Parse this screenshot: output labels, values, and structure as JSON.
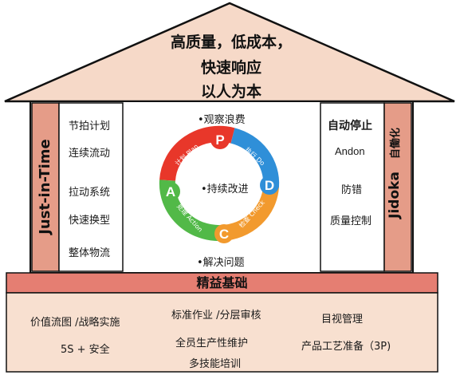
{
  "roof": {
    "line1": "高质量，低成本，",
    "line2": "快速响应",
    "line3": "以人为本"
  },
  "left_pillar": {
    "title": "Just-in-Time",
    "items": [
      "节拍计划",
      "连续流动",
      "拉动系统",
      "快速换型",
      "整体物流"
    ]
  },
  "center": {
    "top_label": "•观察浪费",
    "middle_label": "•持续改进",
    "bottom_label": "•解决问题",
    "cycle": [
      {
        "letter": "P",
        "caption": "计划 Plan",
        "color": "#e8372a"
      },
      {
        "letter": "D",
        "caption": "执行 Do",
        "color": "#2f8fd8"
      },
      {
        "letter": "C",
        "caption": "检查 Check",
        "color": "#f29a2e"
      },
      {
        "letter": "A",
        "caption": "处理 Action",
        "color": "#52b948"
      }
    ]
  },
  "right_pillar": {
    "title": "Jidoka",
    "subtitle": "自働化",
    "items": [
      "自动停止",
      "Andon",
      "防错",
      "质量控制"
    ]
  },
  "base": {
    "title": "精益基础",
    "items": [
      "价值流图 /战略实施",
      "标准作业 /分层审核",
      "目视管理",
      "5S  + 安全",
      "全员生产性维护",
      "产品工艺准备（3P)",
      "多技能培训"
    ]
  },
  "colors": {
    "roof_fill": "#f6d9c8",
    "pillar_fill": "#e59c88",
    "base_bar": "#e57e72",
    "foundation_fill": "#f8e0d0",
    "outline": "#111111"
  }
}
